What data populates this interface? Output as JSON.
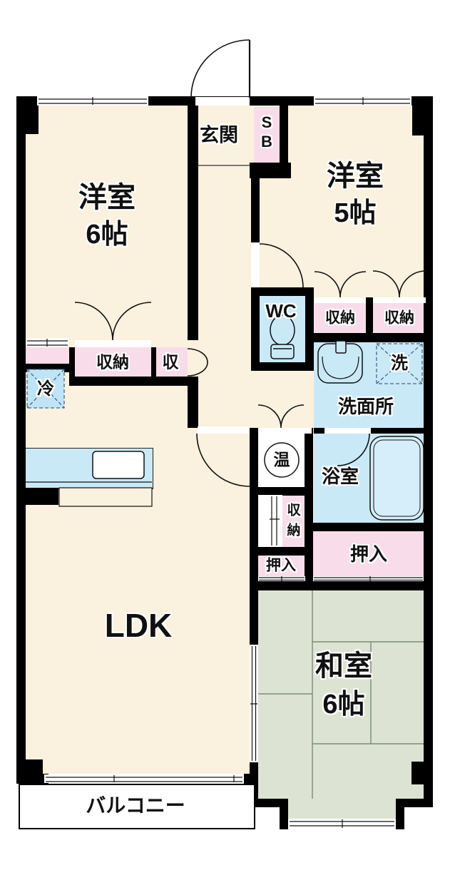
{
  "floorplan": {
    "rooms": {
      "western6": {
        "name": "洋室",
        "size": "6帖"
      },
      "western5": {
        "name": "洋室",
        "size": "5帖"
      },
      "japanese6": {
        "name": "和室",
        "size": "6帖"
      },
      "ldk": {
        "name": "LDK"
      },
      "entrance": {
        "name": "玄関"
      },
      "shoebox": {
        "line1": "S",
        "line2": "B"
      },
      "wc": {
        "name": "WC"
      },
      "washroom": {
        "name": "洗面所"
      },
      "bathroom": {
        "name": "浴室"
      },
      "balcony": {
        "name": "バルコニー"
      }
    },
    "storage": {
      "closet_left": {
        "name": "収納"
      },
      "closet_small": {
        "name": "収"
      },
      "closet_right1": {
        "name": "収納"
      },
      "closet_right2": {
        "name": "収納"
      },
      "closet_mid": {
        "line1": "収",
        "line2": "納"
      },
      "oshiire_small": {
        "name": "押入"
      },
      "oshiire_large": {
        "name": "押入"
      }
    },
    "fixtures": {
      "refrigerator": {
        "name": "冷"
      },
      "washing_machine": {
        "name": "洗"
      },
      "water_heater": {
        "name": "温"
      }
    },
    "colors": {
      "floor_cream": "#FAF1DE",
      "storage_pink": "#F8DCE9",
      "wet_area_blue": "#C9E9F7",
      "tatami_green": "#DCE3D2",
      "tatami_line": "#7E8A74",
      "wall_black": "#000000"
    }
  }
}
